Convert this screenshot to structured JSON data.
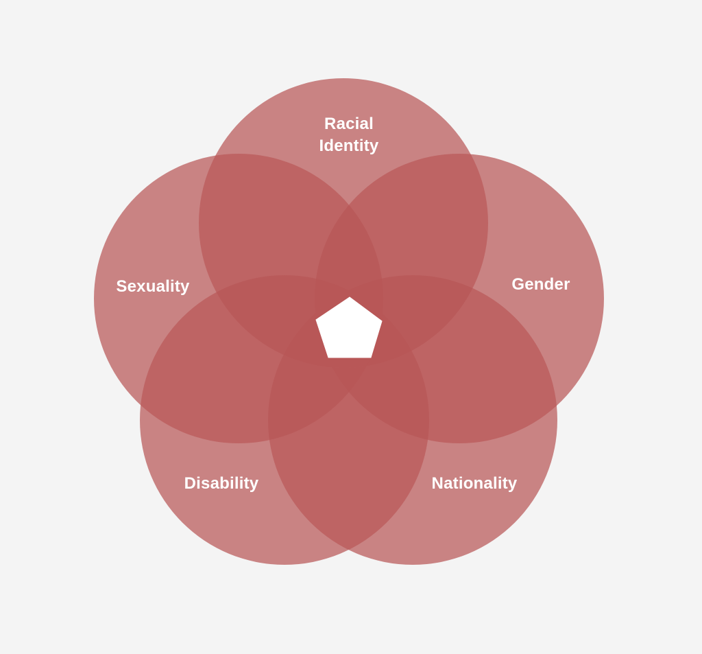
{
  "diagram": {
    "type": "five-set venn diagram",
    "sets": [
      {
        "id": "racial",
        "label_line1": "Racial",
        "label_line2": "Identity"
      },
      {
        "id": "gender",
        "label_line1": "Gender"
      },
      {
        "id": "nationality",
        "label_line1": "Nationality"
      },
      {
        "id": "disability",
        "label_line1": "Disability"
      },
      {
        "id": "sexuality",
        "label_line1": "Sexuality"
      }
    ],
    "colors": {
      "background": "#f4f4f4",
      "circle_fill": "#b85858",
      "center_fill": "#ffffff",
      "label_color": "#ffffff"
    }
  }
}
